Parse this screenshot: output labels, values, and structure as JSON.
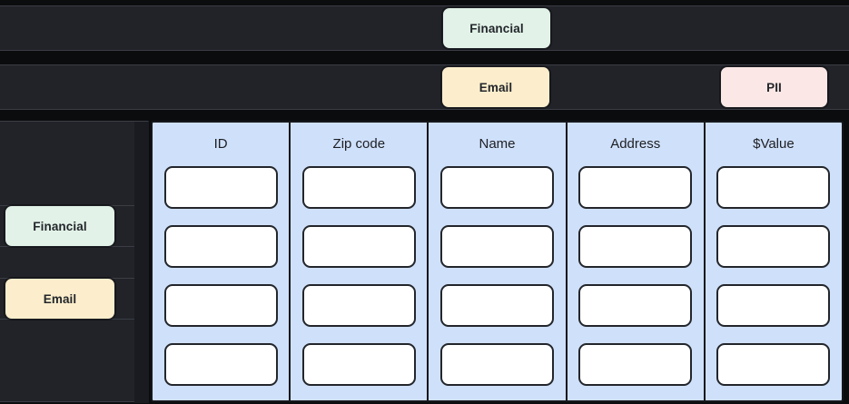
{
  "tag_rows": [
    {
      "name": "tag-row-1",
      "chips": [
        {
          "label": "Financial",
          "color": "#e2f2e8"
        }
      ]
    },
    {
      "name": "tag-row-2",
      "chips": [
        {
          "label": "Email",
          "color": "#fceecc"
        },
        {
          "label": "PII",
          "color": "#fbe8e6"
        }
      ]
    }
  ],
  "sidebar": {
    "items": [
      {
        "label": "Financial",
        "color": "#e2f2e8"
      },
      {
        "label": "Email",
        "color": "#fceecc"
      }
    ]
  },
  "table": {
    "columns": [
      {
        "header": "ID"
      },
      {
        "header": "Zip code"
      },
      {
        "header": "Name"
      },
      {
        "header": "Address"
      },
      {
        "header": "$Value"
      }
    ],
    "row_count": 4,
    "cells": [
      [
        "",
        "",
        "",
        "",
        ""
      ],
      [
        "",
        "",
        "",
        "",
        ""
      ],
      [
        "",
        "",
        "",
        "",
        ""
      ],
      [
        "",
        "",
        "",
        "",
        ""
      ]
    ],
    "column_background": "#cfe0fa",
    "cell_background": "#ffffff"
  },
  "theme": {
    "page_background": "#0b0c0e",
    "row_background": "#212329",
    "border": "#3a3d45",
    "text_dark": "#23262b"
  }
}
